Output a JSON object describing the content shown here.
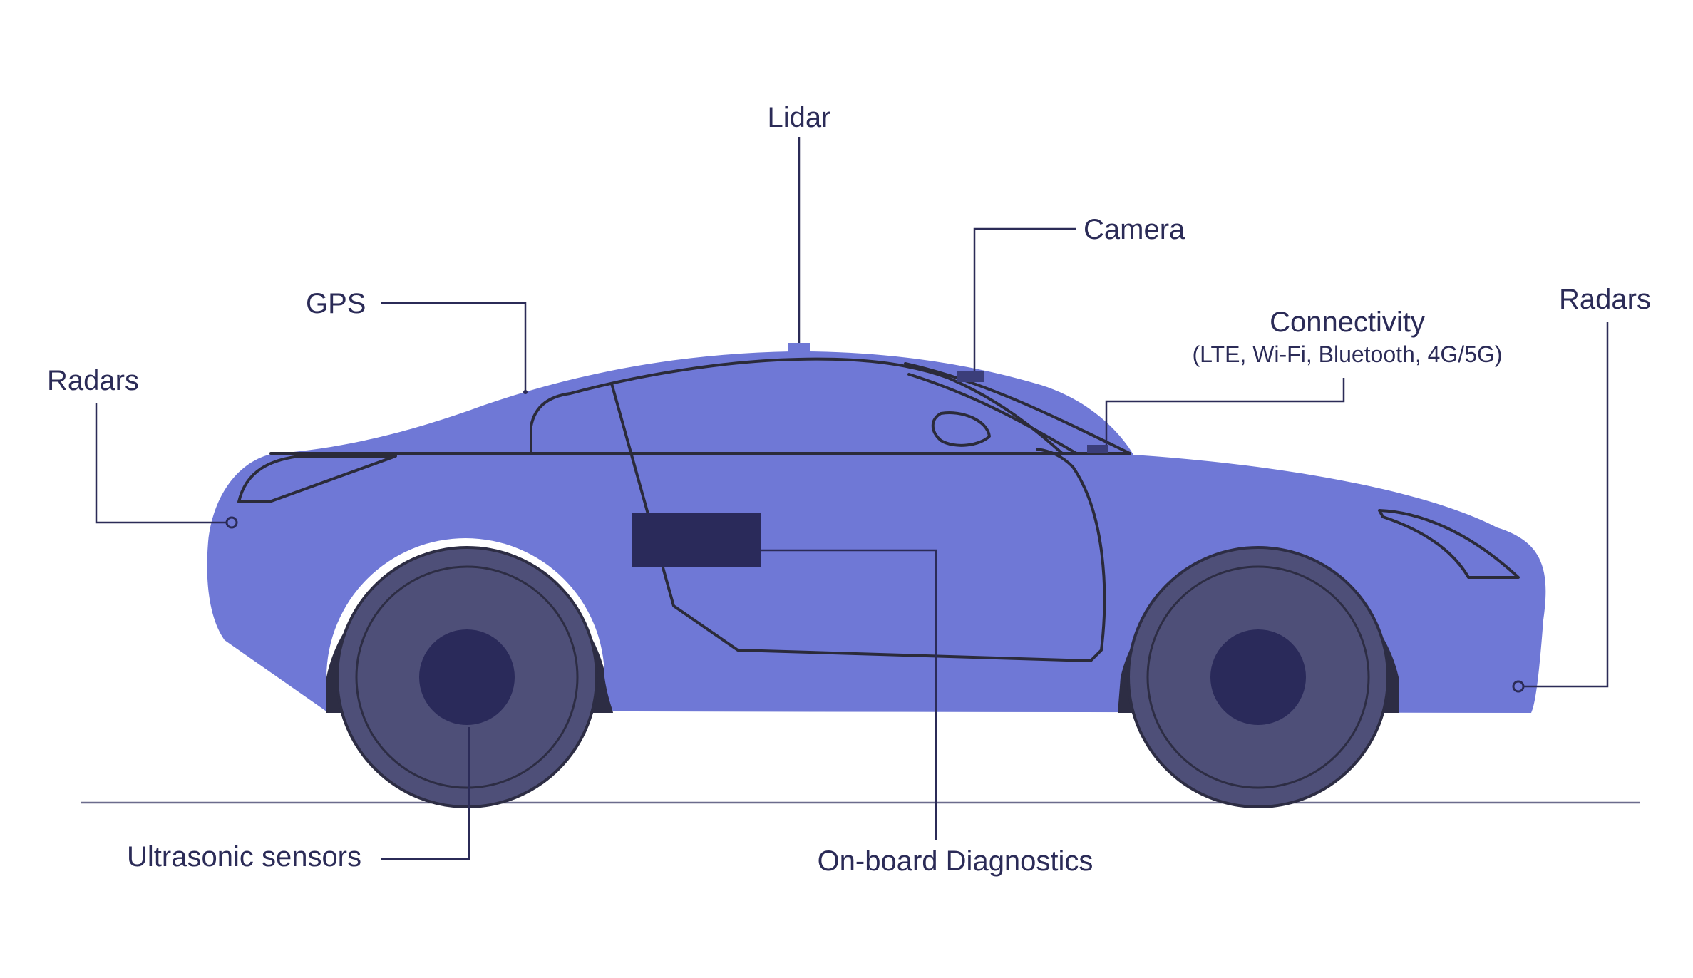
{
  "colors": {
    "body": "#6f78d6",
    "outline": "#2b2b3a",
    "tire": "#2d2d44",
    "rim": "#4e4f78",
    "hub": "#2a2a5a",
    "leader": "#2b2b57",
    "ground": "#6b6b8c",
    "obd_box": "#2a2a5a"
  },
  "labels": {
    "lidar": "Lidar",
    "camera": "Camera",
    "gps": "GPS",
    "connectivity": "Connectivity",
    "connectivity_sub": "(LTE, Wi-Fi, Bluetooth, 4G/5G)",
    "radars_left": "Radars",
    "radars_right": "Radars",
    "ultrasonic": "Ultrasonic sensors",
    "obd": "On-board Diagnostics"
  }
}
